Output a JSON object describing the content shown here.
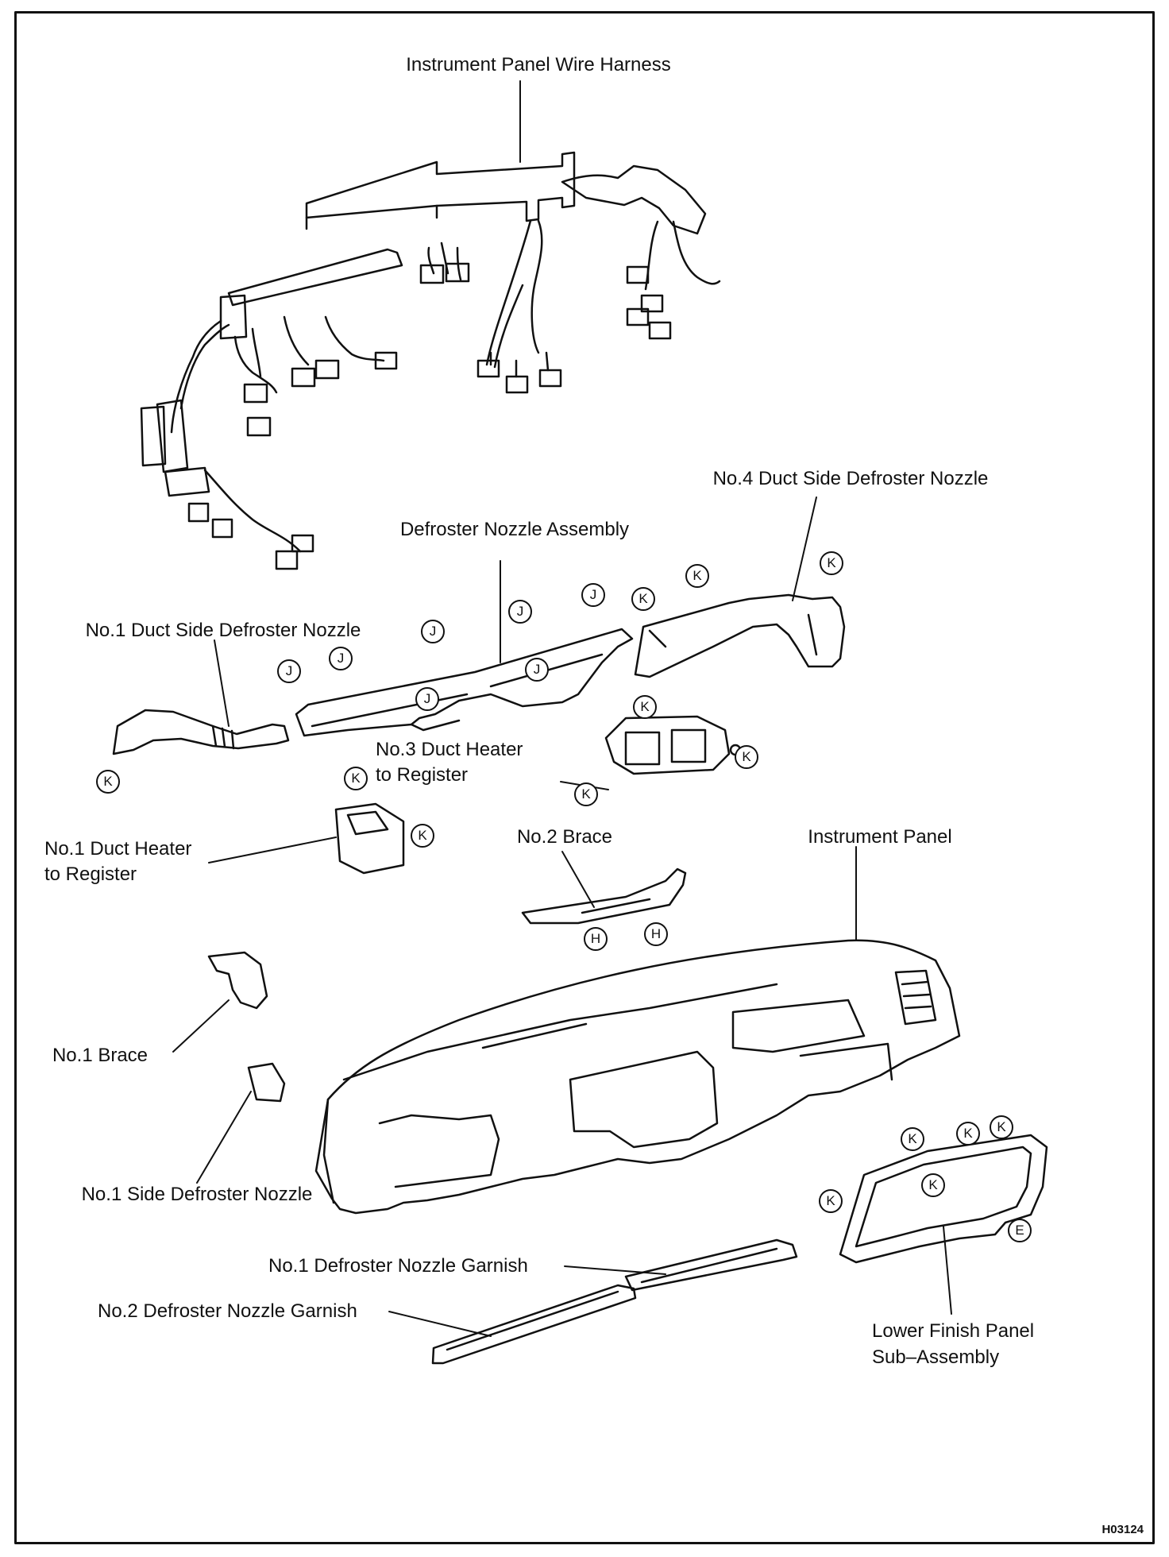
{
  "labels": {
    "wire_harness": "Instrument Panel Wire Harness",
    "no4_duct_side_defroster_nozzle": "No.4 Duct Side Defroster Nozzle",
    "defroster_nozzle_assembly": "Defroster Nozzle Assembly",
    "no1_duct_side_defroster_nozzle": "No.1 Duct Side Defroster Nozzle",
    "no3_duct_heater_line1": "No.3 Duct Heater",
    "no3_duct_heater_line2": "to Register",
    "no1_duct_heater_line1": "No.1 Duct Heater",
    "no1_duct_heater_line2": "to Register",
    "no2_brace": "No.2 Brace",
    "instrument_panel": "Instrument Panel",
    "no1_brace": "No.1 Brace",
    "no1_side_defroster_nozzle": "No.1 Side Defroster Nozzle",
    "no1_defroster_nozzle_garnish": "No.1 Defroster Nozzle Garnish",
    "no2_defroster_nozzle_garnish": "No.2 Defroster Nozzle Garnish",
    "lower_finish_panel_line1": "Lower Finish Panel",
    "lower_finish_panel_line2": "Sub–Assembly"
  },
  "markers": {
    "j": "J",
    "k": "K",
    "h": "H",
    "e": "E"
  },
  "figure_code": "H03124"
}
